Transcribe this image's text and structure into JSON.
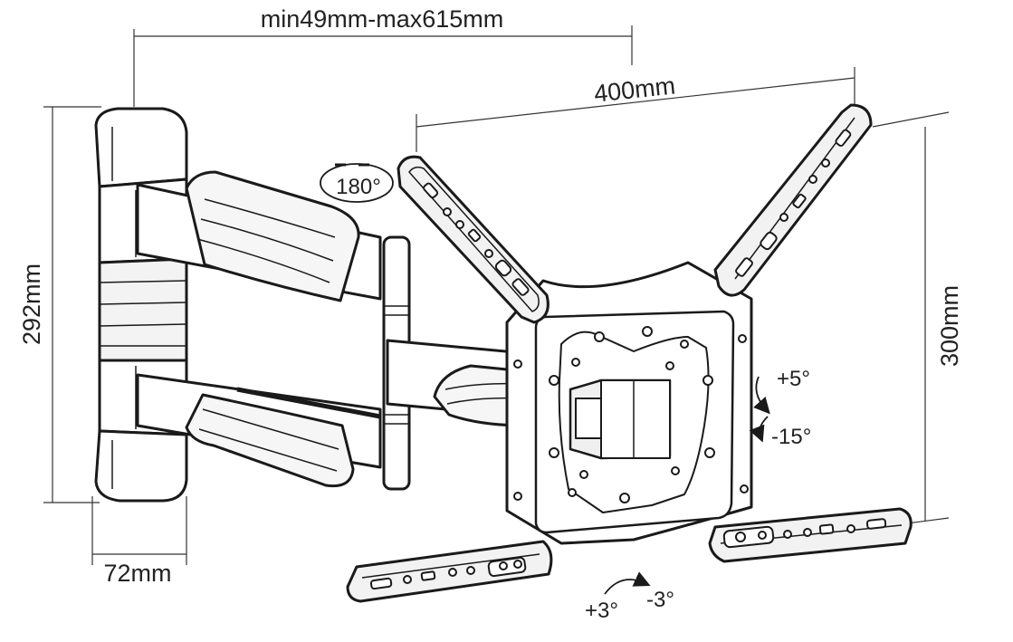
{
  "dimensions": {
    "arm_extension": "min49mm-max615mm",
    "horizontal_hole_spacing": "400mm",
    "vertical_hole_spacing": "300mm",
    "wall_plate_height": "292mm",
    "wall_plate_depth": "72mm"
  },
  "adjustments": {
    "swivel": "180°",
    "tilt_up": "+5°",
    "tilt_down": "-15°",
    "level_plus": "+3°",
    "level_minus": "-3°"
  },
  "colors": {
    "line": "#1a1a1a",
    "fill": "#ffffff",
    "shade": "#e8e8e8"
  }
}
